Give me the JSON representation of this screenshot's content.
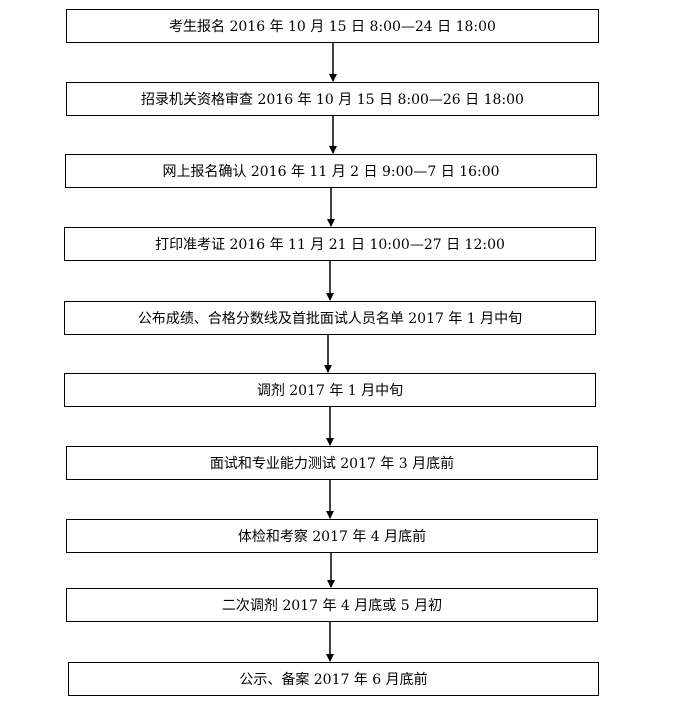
{
  "steps": [
    "考生报名  2016 年 10 月 15 日 8:00—24 日 18:00",
    "招录机关资格审查  2016 年 10 月 15 日 8:00—26 日 18:00",
    "网上报名确认  2016 年 11 月 2 日 9:00—7 日 16:00",
    "打印准考证 2016 年 11 月 21 日 10:00—27 日 12:00",
    "公布成绩、合格分数线及首批面试人员名单  2017 年 1 月中旬",
    "调剂  2017 年 1 月中旬",
    "面试和专业能力测试  2017 年 3 月底前",
    "体检和考察  2017 年 4 月底前",
    "二次调剂  2017 年 4 月底或 5 月初",
    "公示、备案  2017 年 6 月底前"
  ]
}
